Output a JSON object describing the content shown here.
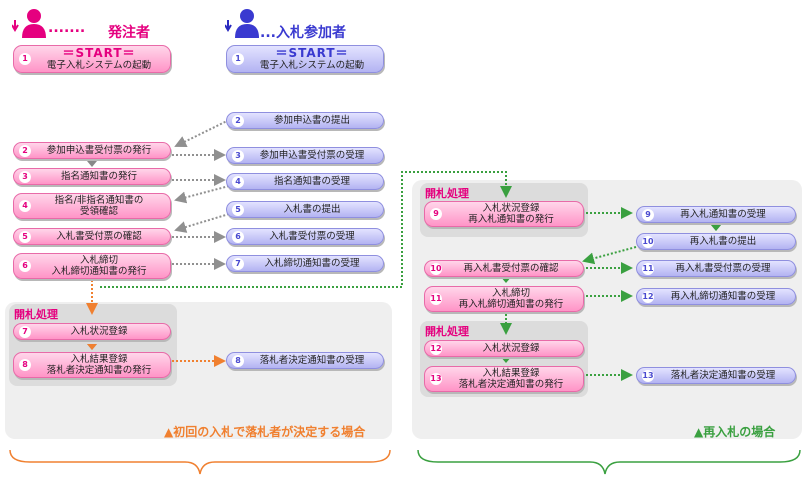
{
  "roles": {
    "orderer": "発注者",
    "bidder": "...入札参加者",
    "orderer_dots": "......."
  },
  "start": {
    "label": "＝START＝",
    "sub": "電子入札システムの起動",
    "num": "1"
  },
  "orderer_steps": [
    {
      "num": "2",
      "text": "参加申込書受付票の発行"
    },
    {
      "num": "3",
      "text": "指名通知書の発行"
    },
    {
      "num": "4",
      "text": "指名/非指名通知書の",
      "text2": "受領確認"
    },
    {
      "num": "5",
      "text": "入札書受付票の確認"
    },
    {
      "num": "6",
      "text": "入札締切",
      "text2": "入札締切通知書の発行"
    }
  ],
  "bidder_steps": [
    {
      "num": "2",
      "text": "参加申込書の提出"
    },
    {
      "num": "3",
      "text": "参加申込書受付票の受理"
    },
    {
      "num": "4",
      "text": "指名通知書の受理"
    },
    {
      "num": "5",
      "text": "入札書の提出"
    },
    {
      "num": "6",
      "text": "入札書受付票の受理"
    },
    {
      "num": "7",
      "text": "入札締切通知書の受理"
    }
  ],
  "first_bid": {
    "section_title": "開札処理",
    "orderer": [
      {
        "num": "7",
        "text": "入札状況登録"
      },
      {
        "num": "8",
        "text": "入札結果登録",
        "text2": "落札者決定通知書の発行"
      }
    ],
    "bidder": {
      "num": "8",
      "text": "落札者決定通知書の受理"
    },
    "caption": "▲初回の入札で落札者が決定する場合"
  },
  "rebid": {
    "section_title": "開札処理",
    "orderer_top": {
      "num": "9",
      "text": "入札状況登録",
      "text2": "再入札通知書の発行"
    },
    "orderer_mid": [
      {
        "num": "10",
        "text": "再入札書受付票の確認"
      },
      {
        "num": "11",
        "text": "入札締切",
        "text2": "再入札締切通知書の発行"
      }
    ],
    "section_title2": "開札処理",
    "orderer_bottom": [
      {
        "num": "12",
        "text": "入札状況登録"
      },
      {
        "num": "13",
        "text": "入札結果登録",
        "text2": "落札者決定通知書の発行"
      }
    ],
    "bidder": [
      {
        "num": "9",
        "text": "再入札通知書の受理"
      },
      {
        "num": "10",
        "text": "再入札書の提出"
      },
      {
        "num": "11",
        "text": "再入札書受付票の受理"
      },
      {
        "num": "12",
        "text": "再入札締切通知書の受理"
      },
      {
        "num": "13",
        "text": "落札者決定通知書の受理"
      }
    ],
    "caption": "▲再入札の場合"
  },
  "colors": {
    "pink": "#e5007f",
    "blue": "#3a3ad0",
    "orange": "#f08030",
    "green": "#3aa040",
    "gray_arrow": "#909090"
  }
}
